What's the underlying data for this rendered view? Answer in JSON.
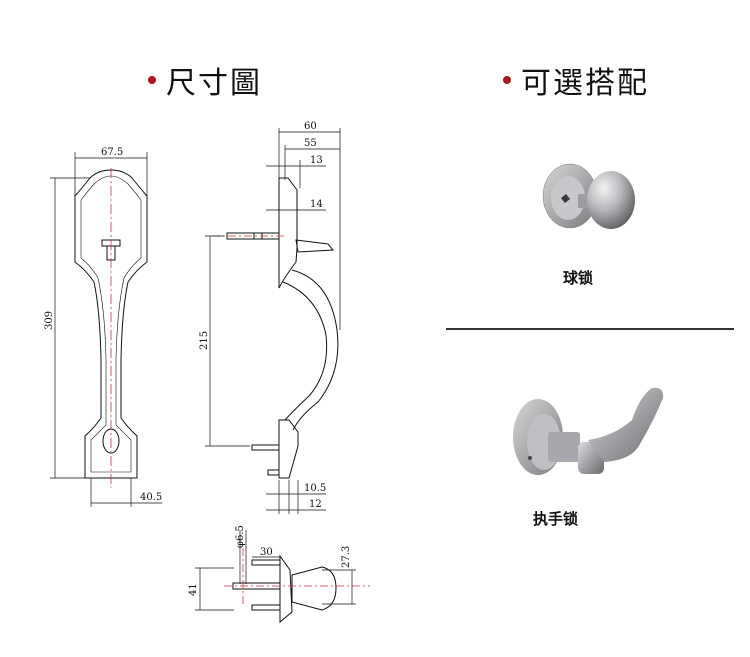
{
  "titles": {
    "dimensions": "尺寸圖",
    "options": "可選搭配"
  },
  "colors": {
    "bullet": "#b0141e",
    "centerline": "#d0303a",
    "metal_light": "#e4e4e6",
    "metal_dark": "#6c6c70"
  },
  "dimensions": {
    "width_top": "67.5",
    "height_total": "309",
    "width_bottom": "40.5",
    "depth_total": "60",
    "depth_55": "55",
    "d13": "13",
    "d14": "14",
    "spacing_215": "215",
    "d10_5": "10.5",
    "d12": "12",
    "phi": "φ6.5",
    "d30": "30",
    "d27_3": "27.3",
    "d41": "41"
  },
  "options": [
    {
      "label": "球锁",
      "icon": "knob-lock"
    },
    {
      "label": "执手锁",
      "icon": "lever-lock"
    }
  ]
}
